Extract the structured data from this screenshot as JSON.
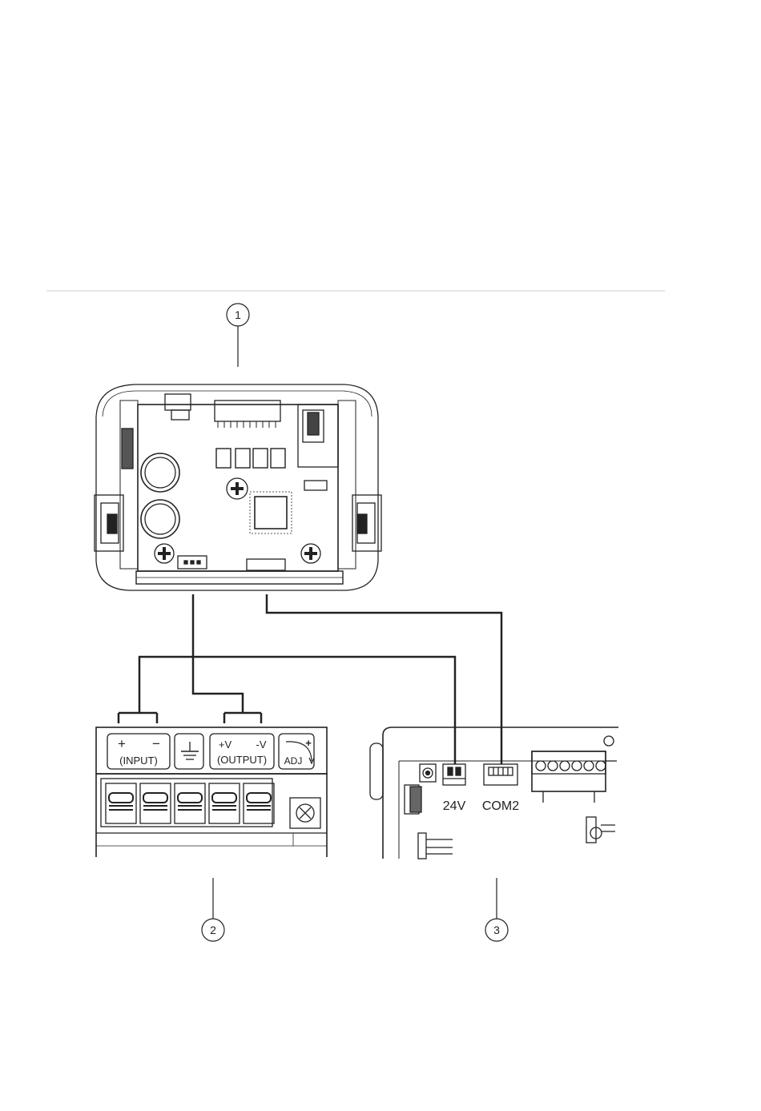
{
  "callouts": {
    "one": "1",
    "two": "2",
    "three": "3"
  },
  "psu": {
    "input_plus": "+",
    "input_minus": "−",
    "input_label": "(INPUT)",
    "output_plus": "+V",
    "output_minus": "-V",
    "output_label": "(OUTPUT)",
    "adj_label": "ADJ",
    "adj_plus": "+"
  },
  "controller": {
    "conn_24v": "24V",
    "conn_com2": "COM2"
  },
  "colors": {
    "line": "#222222",
    "rule": "#cccccc",
    "background": "#ffffff"
  }
}
